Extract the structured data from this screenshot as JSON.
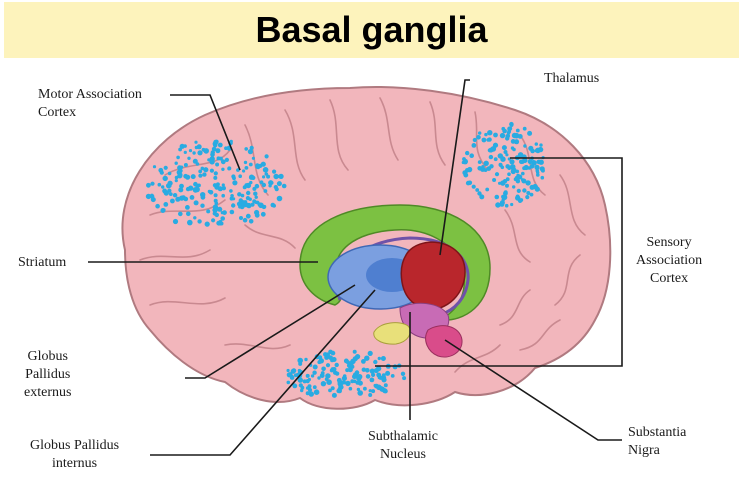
{
  "title": "Basal ganglia",
  "labels": {
    "motor": [
      "Motor Association",
      "Cortex"
    ],
    "thalamus": [
      "Thalamus"
    ],
    "striatum": [
      "Striatum"
    ],
    "sensory": [
      "Sensory",
      "Association",
      "Cortex"
    ],
    "gpe": [
      "Globus",
      "Pallidus",
      "externus"
    ],
    "gpi": [
      "Globus Pallidus",
      "internus"
    ],
    "subthalamic": [
      "Subthalamic",
      "Nucleus"
    ],
    "nigra": [
      "Substantia",
      "Nigra"
    ]
  },
  "colors": {
    "title_bg": "#fdf3bc",
    "brain": "#f2b6bc",
    "brain_outline": "#b07a80",
    "striatum": "#7cc142",
    "globus": "#5b8fd6",
    "thalamus": "#b9262c",
    "subthalamic": "#e8e07a",
    "nigra": "#d94c8a",
    "association_dots": "#29abe2"
  }
}
